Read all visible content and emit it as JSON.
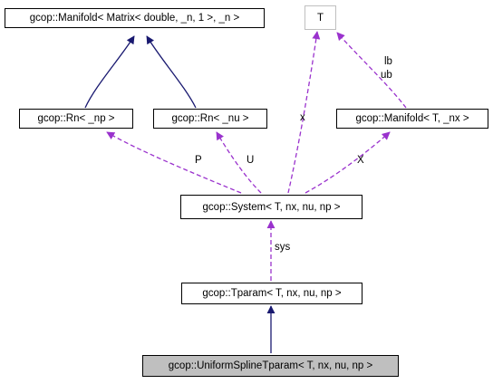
{
  "nodes": {
    "manifold_matrix": "gcop::Manifold< Matrix< double, _n, 1 >, _n >",
    "t": "T",
    "rn_np": "gcop::Rn< _np >",
    "rn_nu": "gcop::Rn< _nu >",
    "manifold_t": "gcop::Manifold< T, _nx >",
    "system": "gcop::System< T, nx, nu, np >",
    "tparam": "gcop::Tparam< T, nx, nu, np >",
    "uniform_spline": "gcop::UniformSplineTparam< T, nx, nu, np >"
  },
  "edge_labels": {
    "x": "x",
    "lb": "lb",
    "ub": "ub",
    "p": "P",
    "u": "U",
    "big_x": "X",
    "sys": "sys"
  },
  "colors": {
    "inheritance": "#191970",
    "usage": "#9a32cd",
    "highlight_fill": "#bfbfbf",
    "template_border": "#bfbfbf"
  }
}
